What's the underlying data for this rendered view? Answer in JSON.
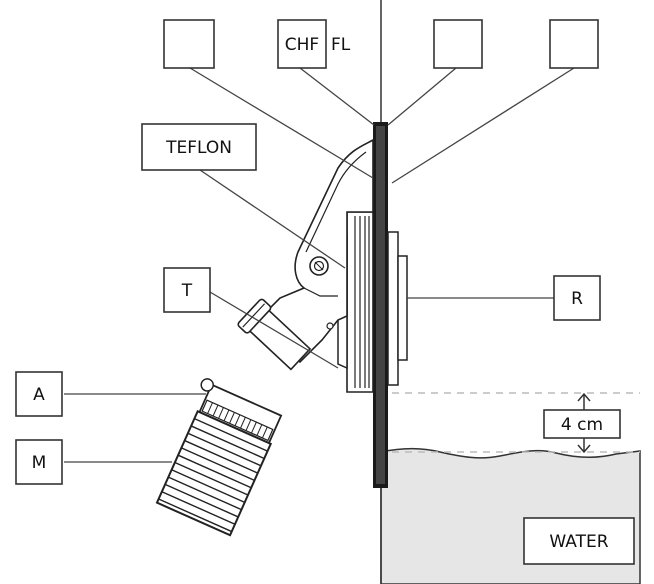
{
  "labels": {
    "top_box_1": "",
    "chf": "CHF",
    "fl": "FL",
    "top_box_3": "",
    "top_box_4": "",
    "teflon": "TEFLON",
    "t": "T",
    "r": "R",
    "a": "A",
    "m": "M",
    "distance": "4 cm",
    "water": "WATER"
  },
  "colors": {
    "water_fill": "#e6e6e6",
    "outline": "#222222",
    "rod": "#1a1a1a"
  }
}
